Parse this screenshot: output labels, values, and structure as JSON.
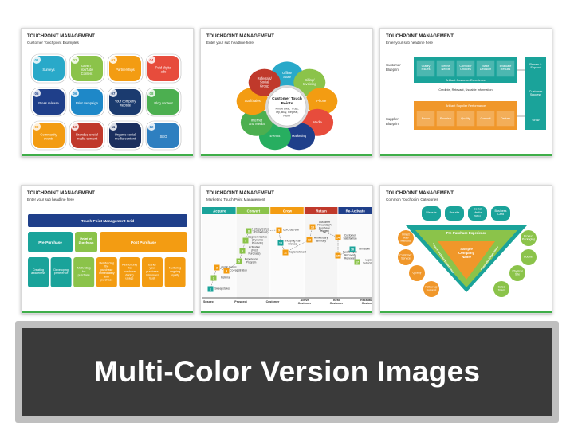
{
  "slide1": {
    "title": "TOUCHPOINT MANAGEMENT",
    "subtitle": "Customer Touchpoint Examples",
    "items": [
      {
        "num": "01",
        "text": "Surveys",
        "color": "#29a9c9"
      },
      {
        "num": "02",
        "text": "Green - YouTube Content",
        "color": "#8bc34a"
      },
      {
        "num": "03",
        "text": "Partnerships",
        "color": "#f39c12"
      },
      {
        "num": "04",
        "text": "Paid digital ads",
        "color": "#e74c3c"
      },
      {
        "num": "05",
        "text": "Press release",
        "color": "#1f3f8a"
      },
      {
        "num": "06",
        "text": "Print campaign",
        "color": "#1e88c8"
      },
      {
        "num": "07",
        "text": "Your company website",
        "color": "#1b3b6f"
      },
      {
        "num": "08",
        "text": "Blog content",
        "color": "#4caf50"
      },
      {
        "num": "09",
        "text": "Community events",
        "color": "#f39c12"
      },
      {
        "num": "10",
        "text": "Branded social media content",
        "color": "#c0392b"
      },
      {
        "num": "11",
        "text": "Organic social media content",
        "color": "#1b2f5e"
      },
      {
        "num": "12",
        "text": "SEO",
        "color": "#2e7fc0"
      }
    ]
  },
  "slide2": {
    "title": "TOUCHPOINT MANAGEMENT",
    "subtitle": "Enter your sub headline here",
    "center_title": "Customer Touch Points",
    "center_text": "Know Like, Trust, Try, Buy, Repeat, Refer",
    "petals": [
      {
        "text": "Offline Store",
        "color": "#29a9c9"
      },
      {
        "text": "Billing/ Invoicing",
        "color": "#8bc34a"
      },
      {
        "text": "Phone",
        "color": "#f39c12"
      },
      {
        "text": "Media",
        "color": "#e74c3c"
      },
      {
        "text": "Marketing",
        "color": "#1f3f8a"
      },
      {
        "text": "Events",
        "color": "#27ae60"
      },
      {
        "text": "Internet and Media",
        "color": "#4caf50"
      },
      {
        "text": "Staff/Sales",
        "color": "#f39c12"
      },
      {
        "text": "Referrals/ Social Group",
        "color": "#c0392b"
      }
    ]
  },
  "slide3": {
    "title": "TOUCHPOINT MANAGEMENT",
    "subtitle": "Enter your sub headline here",
    "customer_label": "Customer Blueprint",
    "supplier_label": "Supplier Blueprint",
    "customer_steps": [
      "Clarify Issues",
      "Define Needs",
      "Consider Choices",
      "Make Decision",
      "Evaluate Results"
    ],
    "supplier_steps": [
      "Focus",
      "Promise",
      "Quality",
      "Commit",
      "Deliver"
    ],
    "right_top": "Renew & Expand",
    "right_mid": "Customer Success",
    "right_bottom": "Grow",
    "band_top": "Brilliant Customer Experience",
    "band_mid": "Credible, Relevant, Useable Information",
    "band_bottom": "Brilliant Supplier Performance",
    "teal": "#1aa39a",
    "orange": "#f0972a"
  },
  "slide4": {
    "title": "TOUCHPOINT MANAGEMENT",
    "subtitle": "Enter your sub headline here",
    "grid_title": "Touch Point Management Grid",
    "pre": "Pre-Purchase",
    "point": "Point of Purchase",
    "post": "Post Purchase",
    "cells": [
      {
        "text": "Creating awareness",
        "color": "#1aa39a"
      },
      {
        "text": "Developing preference",
        "color": "#1aa39a"
      },
      {
        "text": "Motivating for purchase",
        "color": "#8bc34a"
      },
      {
        "text": "Reinforcing the purchase immediately after purchase",
        "color": "#f39c12"
      },
      {
        "text": "Reinforcing the purchase during usage",
        "color": "#f39c12"
      },
      {
        "text": "Either your purchase reinforces trust",
        "color": "#f39c12"
      },
      {
        "text": "Nurturing ongoing loyalty",
        "color": "#f39c12"
      }
    ]
  },
  "slide5": {
    "title": "TOUCHPOINT MANAGEMENT",
    "subtitle": "Marketing Touch Point Management",
    "stages": [
      {
        "text": "Acquire",
        "color": "#1aa39a"
      },
      {
        "text": "Convert",
        "color": "#8bc34a"
      },
      {
        "text": "Grow",
        "color": "#f39c12"
      },
      {
        "text": "Retain",
        "color": "#c0392b"
      },
      {
        "text": "Re-Activate",
        "color": "#1f3f8a"
      }
    ],
    "bottom": [
      "Suspect",
      "Prospect",
      "Customer",
      "Active Customer",
      "Best Customer",
      "Recaptured Customer"
    ],
    "steps": [
      {
        "n": "1",
        "text": "Sweepstakes"
      },
      {
        "n": "2",
        "text": "Referral"
      },
      {
        "n": "3",
        "text": "Opt-in Forms"
      },
      {
        "n": "4",
        "text": "Co-registration"
      },
      {
        "n": "5",
        "text": "Experience Program"
      },
      {
        "n": "6",
        "text": "Activation (First Purchase)"
      },
      {
        "n": "7",
        "text": "Segment Series (Dynamic Products)"
      },
      {
        "n": "8",
        "text": "Holiday Series (Promotions)"
      },
      {
        "n": "9",
        "text": "Up/Cross-sell"
      },
      {
        "n": "10",
        "text": "Shopping Cart Browse"
      },
      {
        "n": "11",
        "text": "Replenishment"
      },
      {
        "n": "12",
        "text": "Anniversary/ Birthday"
      },
      {
        "n": "13",
        "text": "Customer Rewards (X Purchase Trigger)"
      },
      {
        "n": "14",
        "text": "Customer Satisfaction"
      },
      {
        "n": "15",
        "text": "Reactivation (Recovery/ Renewal)"
      },
      {
        "n": "16",
        "text": "Win Back"
      },
      {
        "n": "17",
        "text": "Lapse Subscriber"
      }
    ]
  },
  "slide6": {
    "title": "TOUCHPOINT MANAGEMENT",
    "subtitle": "Common Touchpoint Categories",
    "top_items": [
      "Website",
      "Pre-site",
      "Social Media Sites",
      "Business Card"
    ],
    "pre_label": "Pre-Purchase Experience",
    "center": "Sample Company Name",
    "left_band": "Post-Purchase Experience",
    "right_band": "Purchase Experience",
    "left_items": [
      "Direct Mail/ Mailouts",
      "Customer Service",
      "Quality",
      "Follow-up Surveys"
    ],
    "right_items": [
      "Product Packaging",
      "Booklet",
      "Physical Site",
      "Sales Team"
    ]
  },
  "banner": {
    "text": "Multi-Color Version Images"
  }
}
